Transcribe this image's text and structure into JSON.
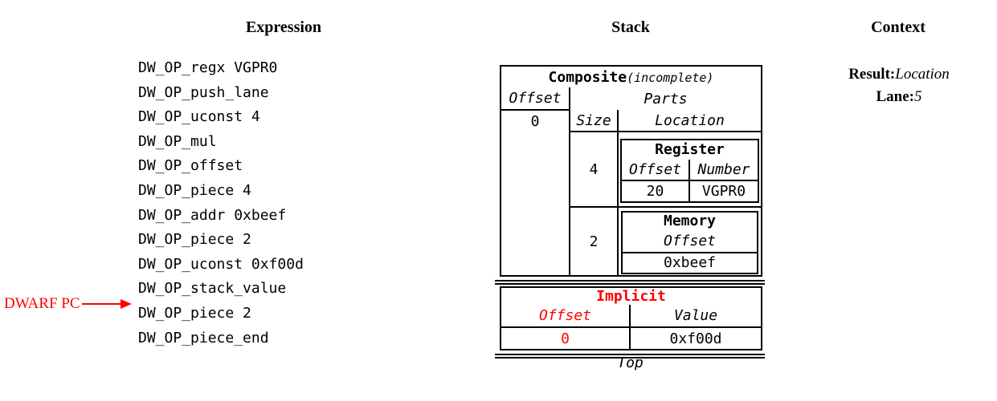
{
  "columns": {
    "expression_title": "Expression",
    "stack_title": "Stack",
    "context_title": "Context"
  },
  "expression": {
    "pc_label": "DWARF PC",
    "items": [
      "DW_OP_regx VGPR0",
      "DW_OP_push_lane",
      "DW_OP_uconst 4",
      "DW_OP_mul",
      "DW_OP_offset",
      "DW_OP_piece 4",
      "DW_OP_addr 0xbeef",
      "DW_OP_piece 2",
      "DW_OP_uconst 0xf00d",
      "DW_OP_stack_value",
      "DW_OP_piece 2",
      "DW_OP_piece_end"
    ]
  },
  "stack": {
    "composite": {
      "title": "Composite",
      "qualifier": "(incomplete)",
      "offset_header": "Offset",
      "parts_header": "Parts",
      "offset_value": "0",
      "size_header": "Size",
      "location_header": "Location",
      "parts": [
        {
          "size": "4",
          "location": {
            "title": "Register",
            "col1_header": "Offset",
            "col2_header": "Number",
            "col1_value": "20",
            "col2_value": "VGPR0"
          }
        },
        {
          "size": "2",
          "location": {
            "title": "Memory",
            "col1_header": "Offset",
            "col1_value": "0xbeef"
          }
        }
      ]
    },
    "implicit": {
      "title": "Implicit",
      "offset_header": "Offset",
      "value_header": "Value",
      "offset_value": "0",
      "value_value": "0xf00d"
    },
    "top_label": "Top"
  },
  "context": {
    "result_label": "Result:",
    "result_value": "Location",
    "lane_label": "Lane:",
    "lane_value": "5"
  },
  "colors": {
    "highlight_red": "#ff0000",
    "line_black": "#000000"
  }
}
